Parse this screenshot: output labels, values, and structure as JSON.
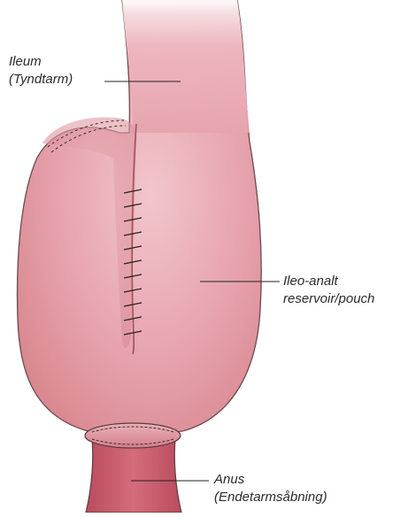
{
  "labels": {
    "ileum": {
      "line1": "Ileum",
      "line2": "(Tyndtarm)"
    },
    "pouch": {
      "line1": "Ileo-analt",
      "line2": "reservoir/pouch"
    },
    "anus": {
      "line1": "Anus",
      "line2": "(Endetarmsåbning)"
    }
  },
  "colors": {
    "tissue": "#e4a0ab",
    "tissue_light": "#f3c9cf",
    "tissue_dark": "#c9707c",
    "outline": "#4a3a3a",
    "suture": "#2a2020",
    "anal_canal": "#c65a6c",
    "label_text": "#2b2b2b"
  }
}
